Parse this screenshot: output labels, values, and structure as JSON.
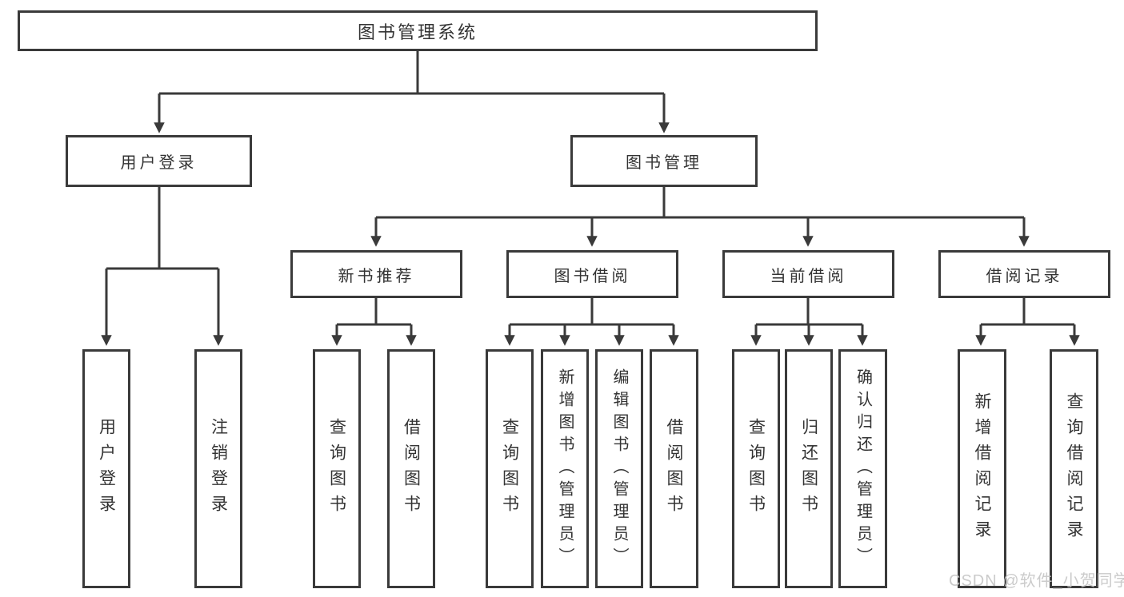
{
  "nodes": {
    "root": "图书管理系统",
    "user_login": "用户登录",
    "book_mgmt": "图书管理",
    "new_book_rec": "新书推荐",
    "book_borrow": "图书借阅",
    "current_borrow": "当前借阅",
    "borrow_records": "借阅记录"
  },
  "leaves": {
    "login": [
      "用户登录",
      "注销登录"
    ],
    "recommend": [
      "查询图书",
      "借阅图书"
    ],
    "borrow": [
      "查询图书",
      "新增图书（管理员）",
      "编辑图书（管理员）",
      "借阅图书"
    ],
    "current": [
      "查询图书",
      "归还图书",
      "确认归还（管理员）"
    ],
    "records": [
      "新增借阅记录",
      "查询借阅记录"
    ]
  },
  "watermark": "CSDN @软件_小贺同学",
  "colors": {
    "line": "#3a3a3a",
    "box_border": "#3a3a3a",
    "text": "#333333",
    "watermark": "#c6c6c6",
    "background": "#ffffff"
  }
}
